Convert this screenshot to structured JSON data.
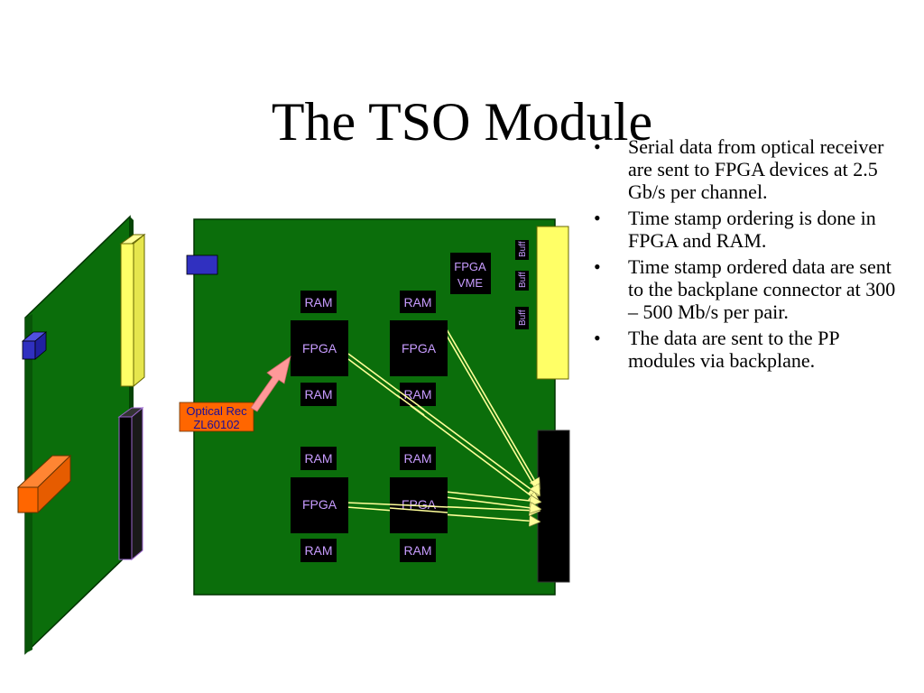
{
  "title": "The TSO Module",
  "bullets": [
    "Serial data from optical receiver are sent to FPGA devices at 2.5 Gb/s per channel.",
    "Time stamp ordering is done in FPGA and RAM.",
    "Time stamp ordered data are sent to the backplane connector at 300 – 500 Mb/s per pair.",
    "The data are sent to the PP modules via backplane."
  ],
  "bullet_symbol": "•",
  "diagram": {
    "ram_label": "RAM",
    "fpga_label": "FPGA",
    "fpga_vme": [
      "FPGA",
      "VME"
    ],
    "buff_label": "Buff",
    "optical_receiver": [
      "Optical Rec",
      "ZL60102"
    ]
  },
  "colors": {
    "board": "#0b6e0b",
    "yellow_connector": "#ffff66",
    "blue_block": "#3030c0",
    "orange_block": "#ff6600",
    "chip": "#000000",
    "chip_text": "#c89cff",
    "arrow": "#ffff99",
    "optical_arrow": "#ff9999"
  }
}
